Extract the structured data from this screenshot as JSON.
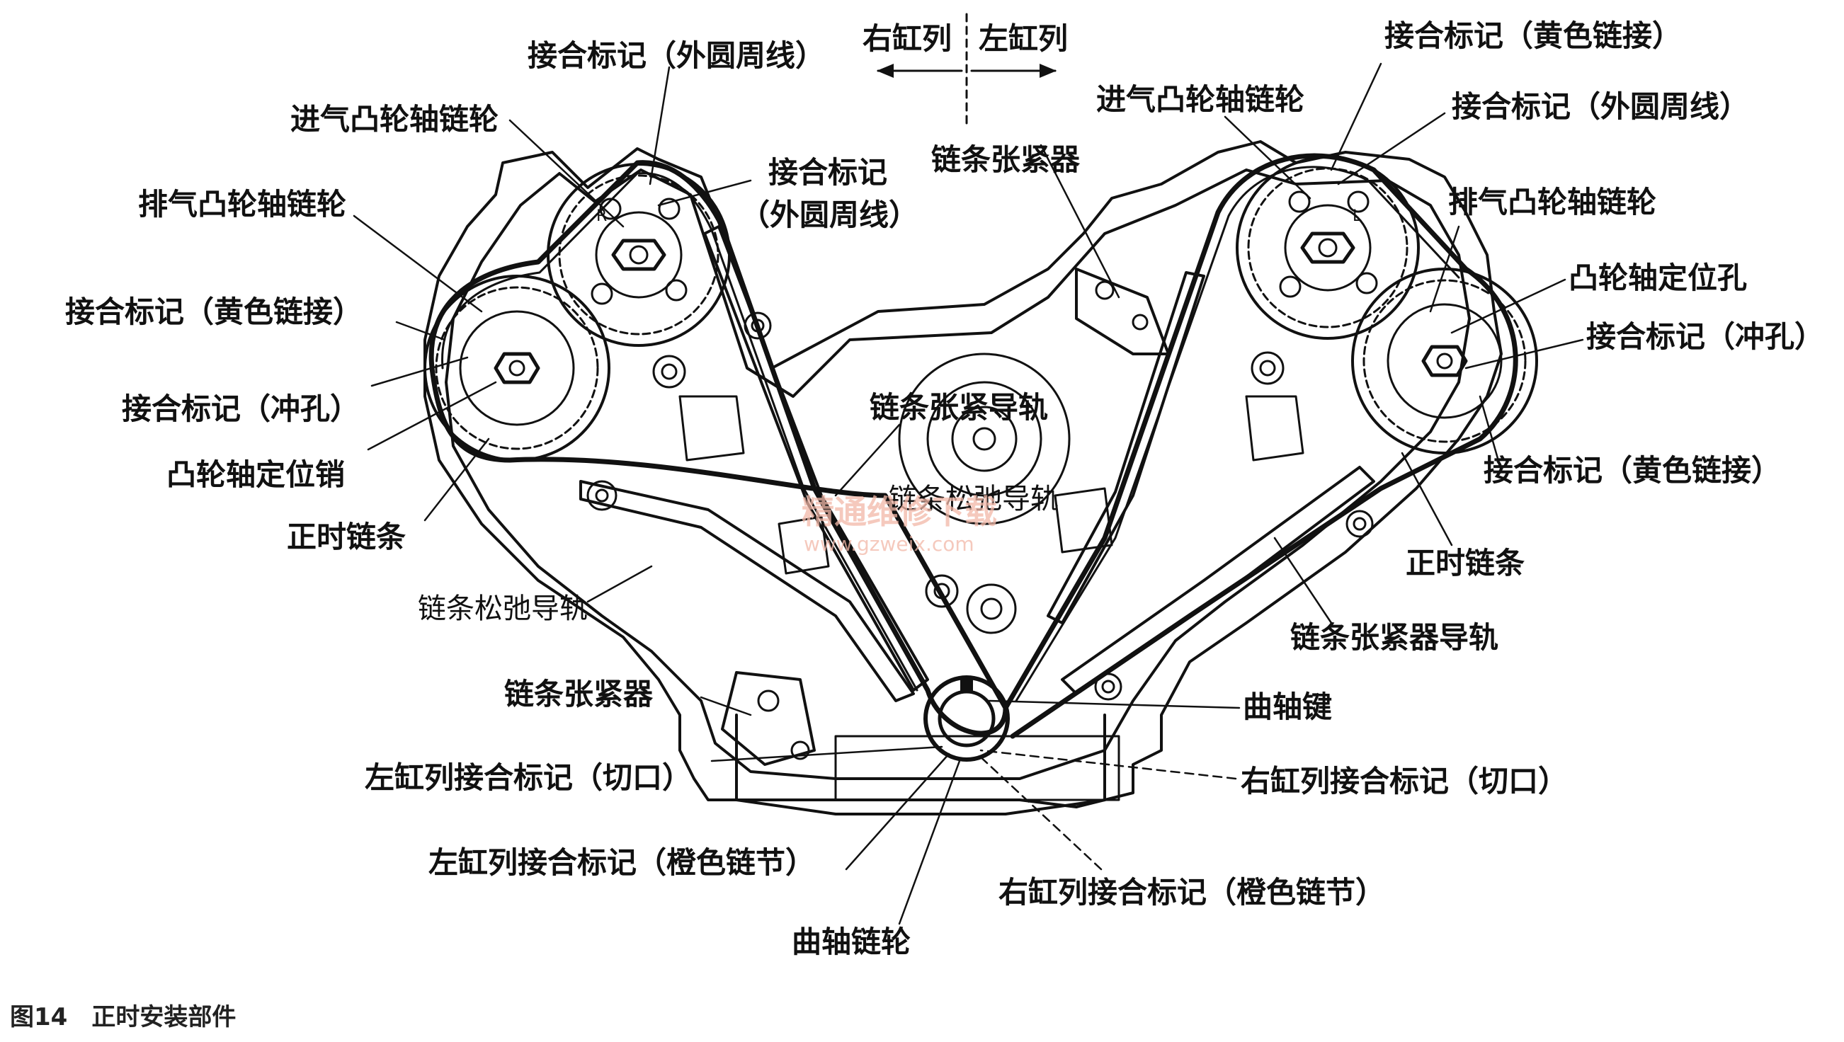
{
  "labels": {
    "right_bank": "右缸列",
    "left_bank": "左缸列",
    "tl_mating_outer_top": "接合标记（外圆周线）",
    "tl_intake_sprocket": "进气凸轮轴链轮",
    "tl_exhaust_sprocket": "排气凸轮轴链轮",
    "tl_mating_yellow": "接合标记（黄色链接）",
    "tl_mating_punch": "接合标记（冲孔）",
    "tl_cam_dowel": "凸轮轴定位销",
    "tl_timing_chain": "正时链条",
    "tl_mating_outer_mid": "接合标记",
    "tl_mating_outer_mid2": "（外圆周线）",
    "c_chain_tensioner_top": "链条张紧器",
    "c_tensioner_guide": "链条张紧导轨",
    "c_slack_guide_center": "链条松弛导轨",
    "c_slack_guide_left": "链条松弛导轨",
    "l_chain_tensioner": "链条张紧器",
    "l_mating_notch": "左缸列接合标记（切口）",
    "l_mating_orange": "左缸列接合标记（橙色链节）",
    "crank_sprocket": "曲轴链轮",
    "r_mating_orange": "右缸列接合标记（橙色链节）",
    "r_mating_notch": "右缸列接合标记（切口）",
    "crank_key": "曲轴键",
    "r_tensioner_guide": "链条张紧器导轨",
    "r_timing_chain": "正时链条",
    "r_mating_yellow_low": "接合标记（黄色链接）",
    "r_mating_punch": "接合标记（冲孔）",
    "r_cam_locate_hole": "凸轮轴定位孔",
    "r_exhaust_sprocket": "排气凸轮轴链轮",
    "r_mating_outer": "接合标记（外圆周线）",
    "r_intake_sprocket": "进气凸轮轴链轮",
    "r_mating_yellow_top": "接合标记（黄色链接）",
    "caption": "图14　正时安装部件",
    "watermark_cn": "精通维修下载",
    "watermark_url": "www.gzweix.com"
  },
  "sprocket_marks": {
    "right_intake": "R",
    "left_intake": "L"
  },
  "colors": {
    "ink": "#111111",
    "watermark": "#f2b8a8"
  }
}
